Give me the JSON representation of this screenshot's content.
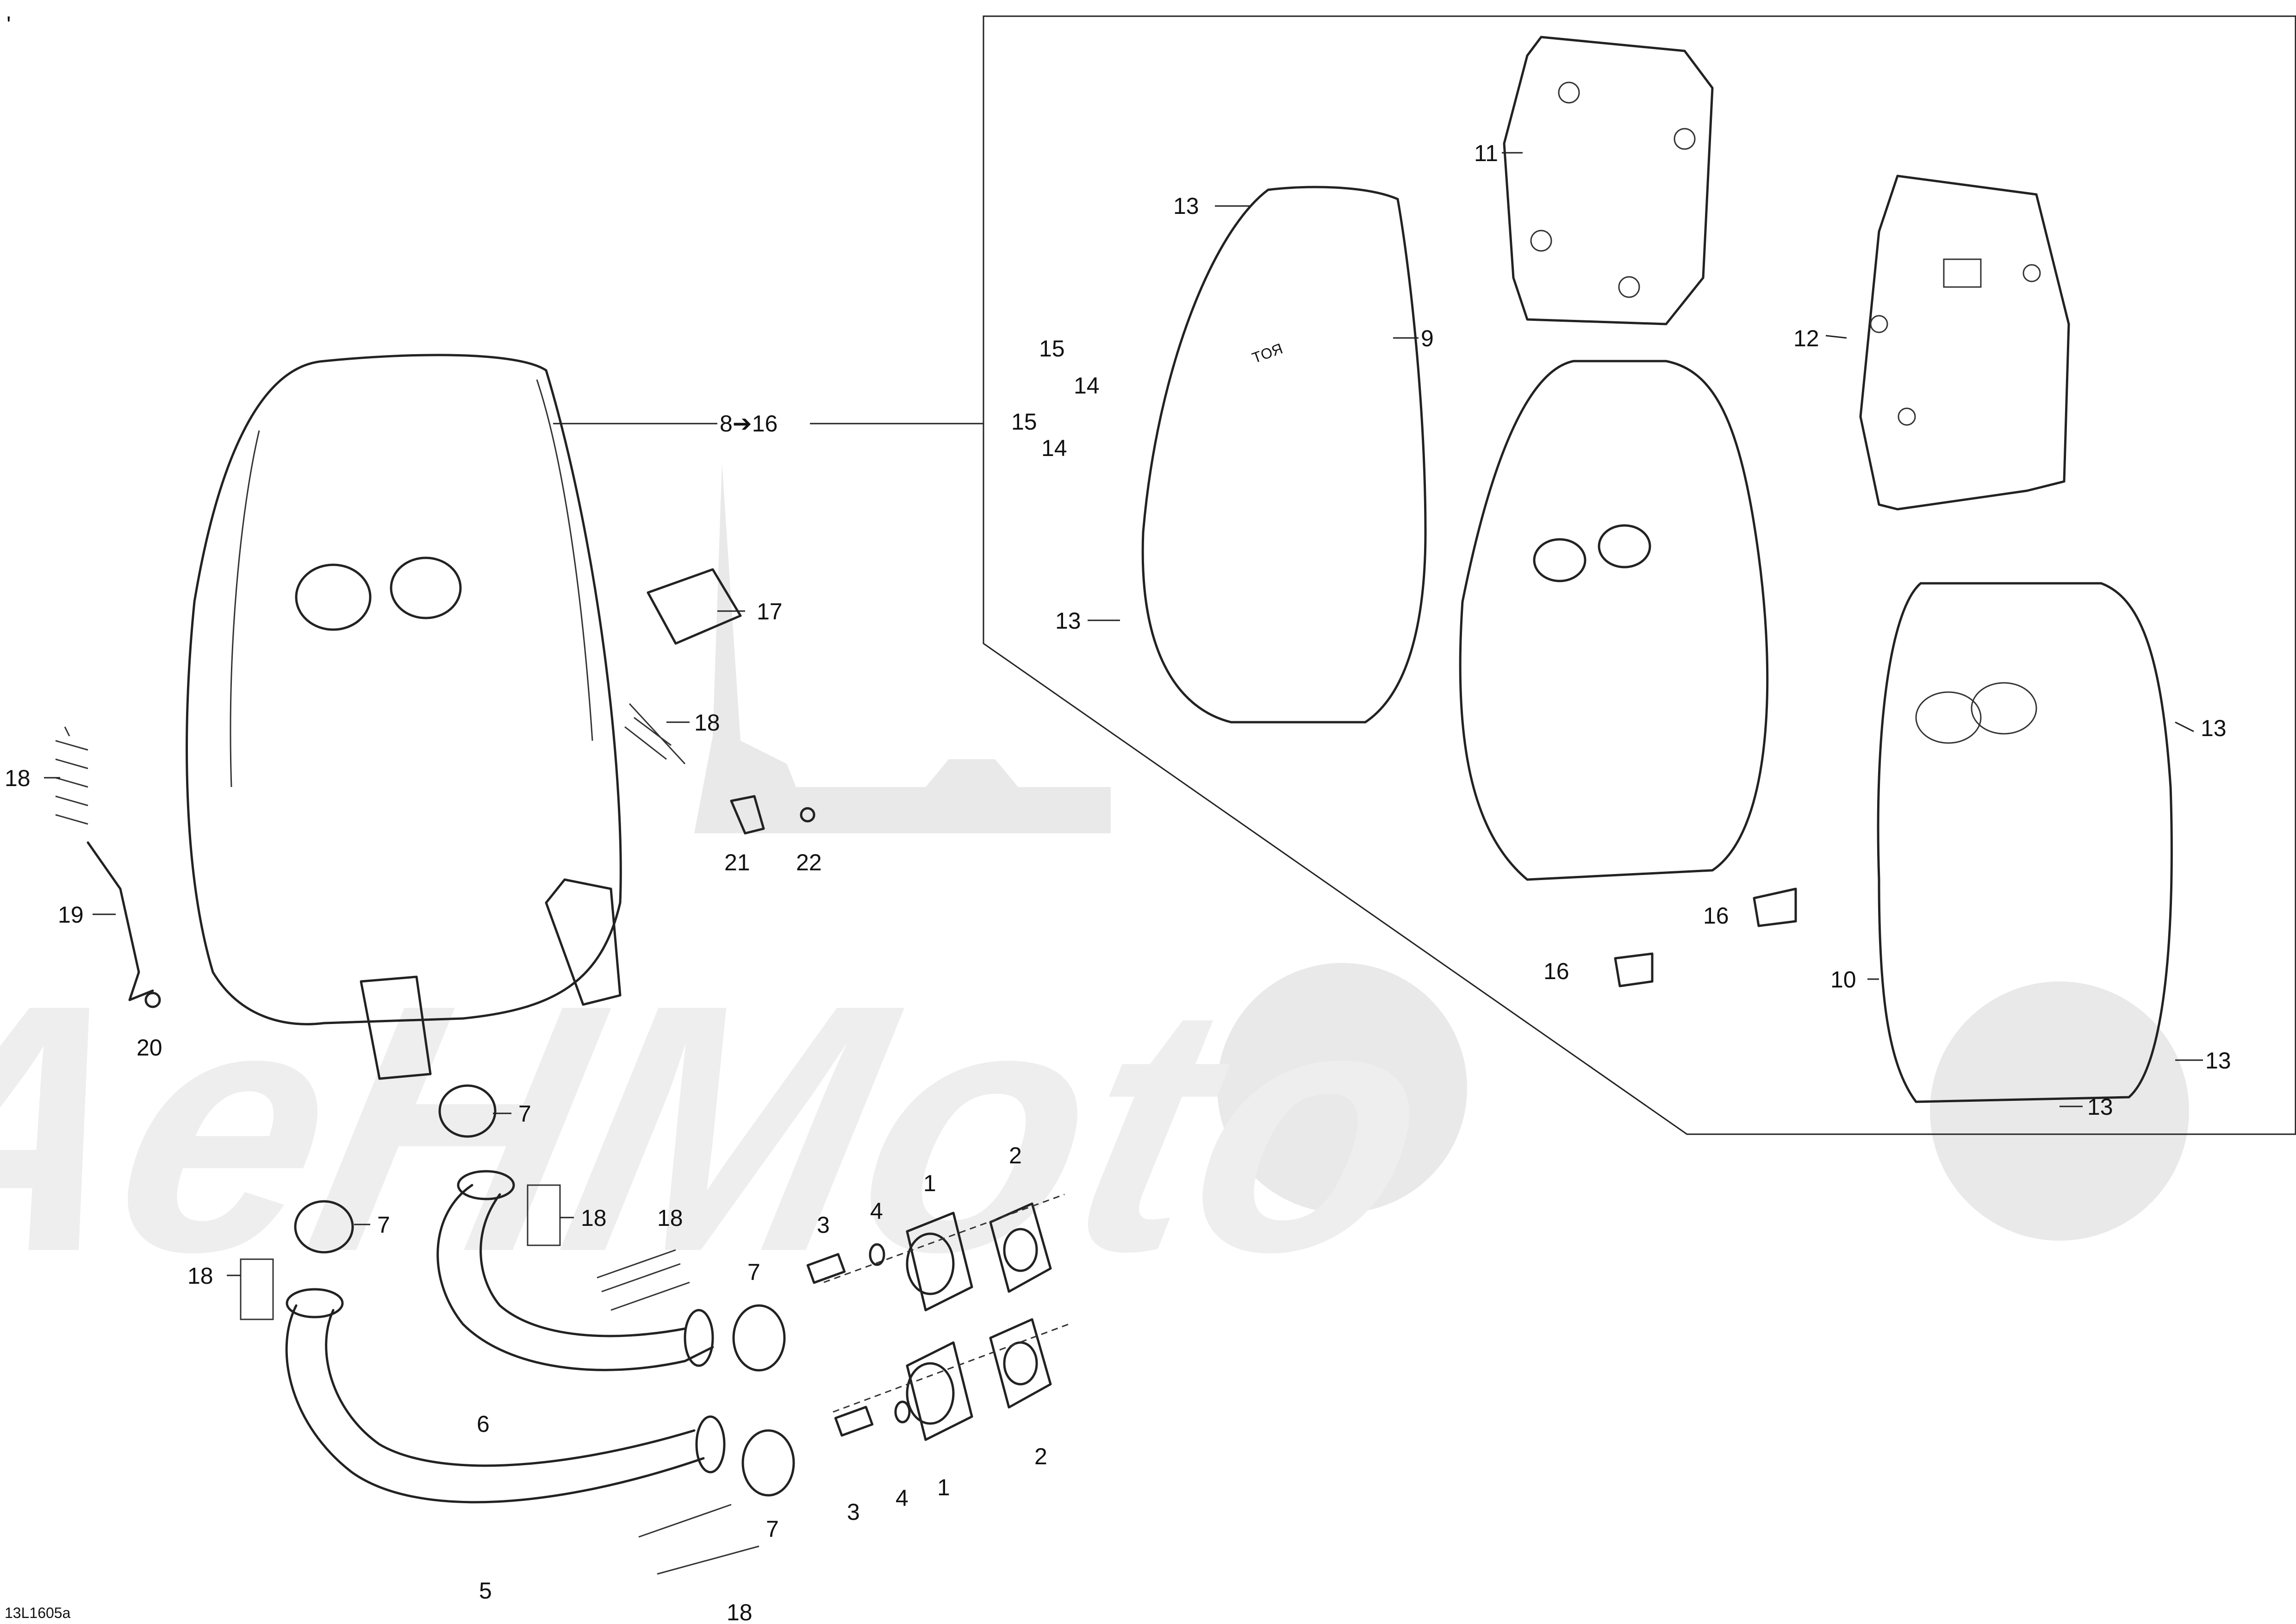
{
  "figure": {
    "drawing_code": "13L1605a",
    "corner_mark": "'"
  },
  "watermark": {
    "text": "AeHMoto"
  },
  "callouts": {
    "c1a": "1",
    "c1b": "1",
    "c2a": "2",
    "c2b": "2",
    "c3a": "3",
    "c3b": "3",
    "c4a": "4",
    "c4b": "4",
    "c5": "5",
    "c6": "6",
    "c7a": "7",
    "c7b": "7",
    "c7c": "7",
    "c7d": "7",
    "c8_16": "8➔16",
    "c9": "9",
    "c10": "10",
    "c11": "11",
    "c12": "12",
    "c13a": "13",
    "c13b": "13",
    "c13c": "13",
    "c13d": "13",
    "c13e": "13",
    "c14a": "14",
    "c14b": "14",
    "c15a": "15",
    "c15b": "15",
    "c16a": "16",
    "c16b": "16",
    "c17": "17",
    "c18a": "18",
    "c18b": "18",
    "c18c": "18",
    "c18d": "18",
    "c18e": "18",
    "c18f": "18",
    "c19": "19",
    "c20": "20",
    "c21": "21",
    "c22": "22"
  }
}
